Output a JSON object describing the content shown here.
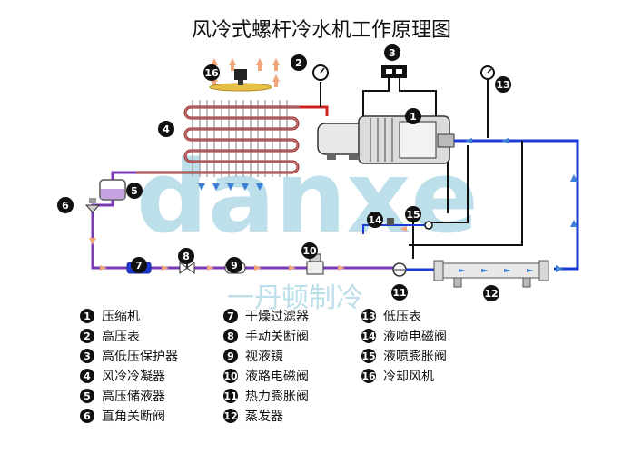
{
  "title": "风冷式螺杆冷水机工作原理图",
  "watermark": {
    "brand": "danxe",
    "sub": "一丹顿制冷"
  },
  "colors": {
    "blue_pipe": "#1e3ad6",
    "purple_pipe": "#7a3ab8",
    "red_pipe": "#cc2222",
    "black_pipe": "#111111",
    "flow_arrow_orange": "#f0a57a",
    "flow_arrow_blue": "#3b7fd6",
    "badge": "#111111"
  },
  "components": {
    "1": "压缩机",
    "2": "高压表",
    "3": "高低压保护器",
    "4": "风冷冷凝器",
    "5": "高压储液器",
    "6": "直角关断阀",
    "7": "干燥过滤器",
    "8": "手动关断阀",
    "9": "视液镜",
    "10": "液路电磁阀",
    "11": "热力膨胀阀",
    "12": "蒸发器",
    "13": "低压表",
    "14": "液喷电磁阀",
    "15": "液喷膨胀阀",
    "16": "冷却风机"
  },
  "diagram_badges": [
    "1",
    "2",
    "3",
    "4",
    "5",
    "6",
    "7",
    "8",
    "9",
    "10",
    "11",
    "12",
    "13",
    "14",
    "15",
    "16"
  ],
  "legend_columns": [
    [
      "1",
      "2",
      "3",
      "4",
      "5",
      "6"
    ],
    [
      "7",
      "8",
      "9",
      "10",
      "11",
      "12"
    ],
    [
      "13",
      "14",
      "15",
      "16"
    ]
  ]
}
